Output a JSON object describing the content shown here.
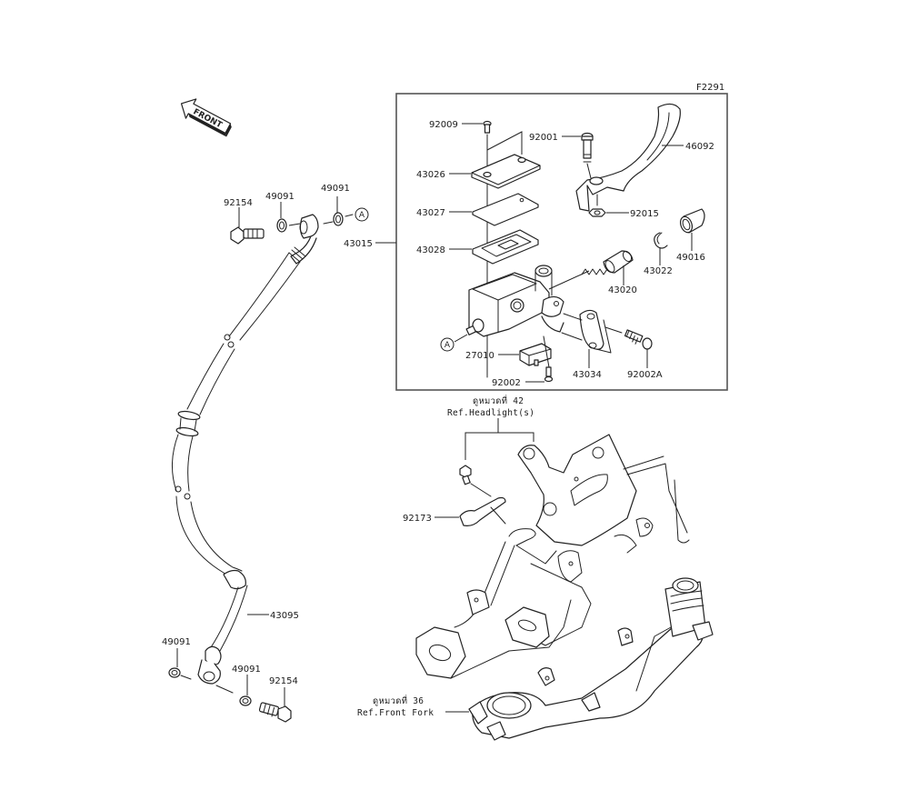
{
  "diagram": {
    "code": "F2291",
    "front_label": "FRONT",
    "callout_a": "A",
    "parts": {
      "p92009": "92009",
      "p92001": "92001",
      "p46092": "46092",
      "p43026": "43026",
      "p43027": "43027",
      "p43028": "43028",
      "p43015": "43015",
      "p92015": "92015",
      "p49016": "49016",
      "p43022": "43022",
      "p43020": "43020",
      "p27010": "27010",
      "p92002": "92002",
      "p43034": "43034",
      "p92002A": "92002A",
      "p92154_top": "92154",
      "p49091_top_left": "49091",
      "p49091_top_right": "49091",
      "p43095": "43095",
      "p49091_bottom_left": "49091",
      "p49091_bottom_right": "49091",
      "p92154_bottom": "92154",
      "p92173": "92173"
    },
    "refs": {
      "headlight_thai": "ดูหมวดที่ 42",
      "headlight_en": "Ref.Headlight(s)",
      "fork_thai": "ดูหมวดที่ 36",
      "fork_en": "Ref.Front Fork"
    }
  }
}
